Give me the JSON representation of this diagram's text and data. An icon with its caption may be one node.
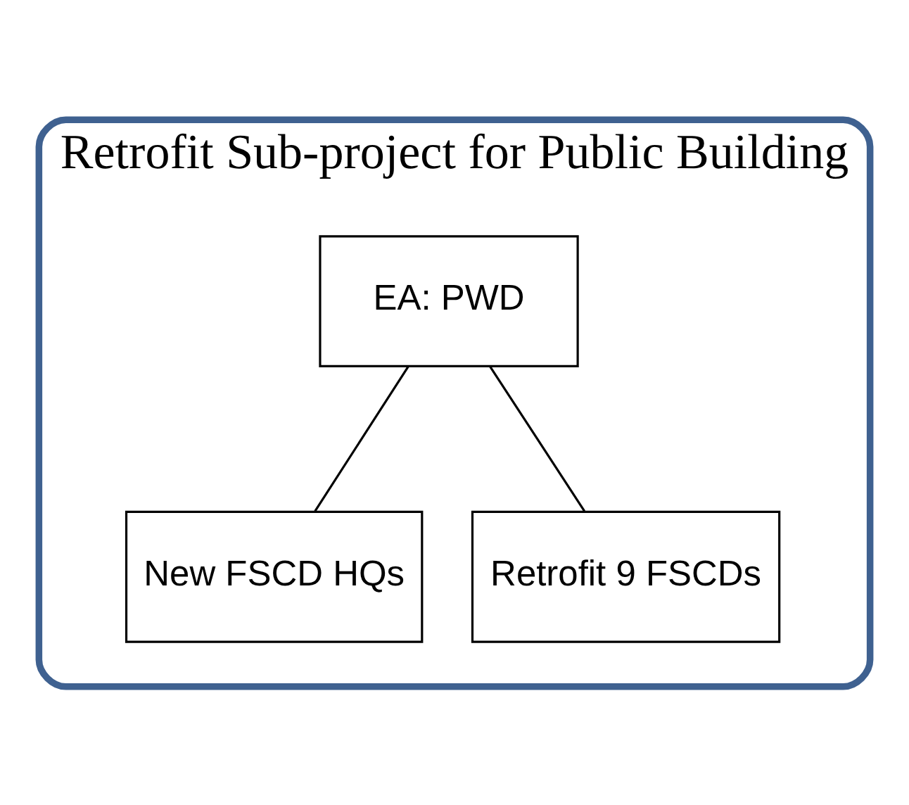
{
  "diagram": {
    "nodes": [
      {
        "text": [
          "Retrofit Sub-project for Public Building"
        ]
      },
      {
        "text": [
          "EA: PWD"
        ],
        "in": 0
      },
      {
        "text": [
          "New FSCD HQs"
        ],
        "in": 0
      },
      {
        "text": [
          "Retrofit 9 FSCDs"
        ],
        "in": 0
      }
    ],
    "edges": [
      {
        "from": 1,
        "to": 2,
        "arrow": "none"
      },
      {
        "from": 1,
        "to": 3,
        "arrow": "none"
      }
    ]
  }
}
